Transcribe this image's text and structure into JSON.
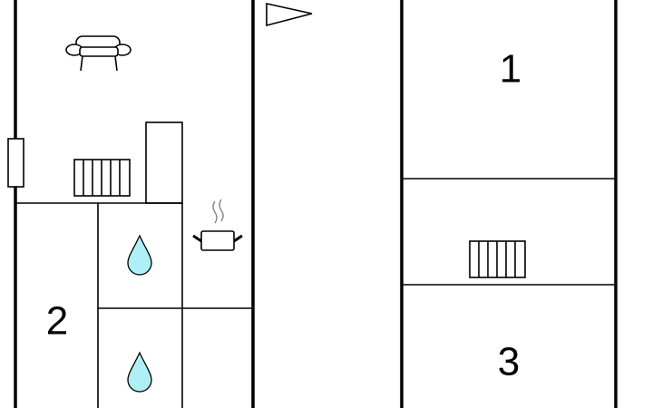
{
  "rooms": [
    {
      "id": "room-1",
      "label": "1"
    },
    {
      "id": "room-2",
      "label": "2"
    },
    {
      "id": "room-3",
      "label": "3"
    }
  ],
  "icons": {
    "sofa": "sofa-icon",
    "radiator": "radiator-icon",
    "cooking_pot": "cooking-pot-icon",
    "water_drop": "water-drop-icon",
    "entrance_flag": "entrance-flag-icon",
    "window": "window-icon"
  },
  "colors": {
    "walls": "#000000",
    "water": "#aef0f5",
    "background": "#ffffff"
  }
}
